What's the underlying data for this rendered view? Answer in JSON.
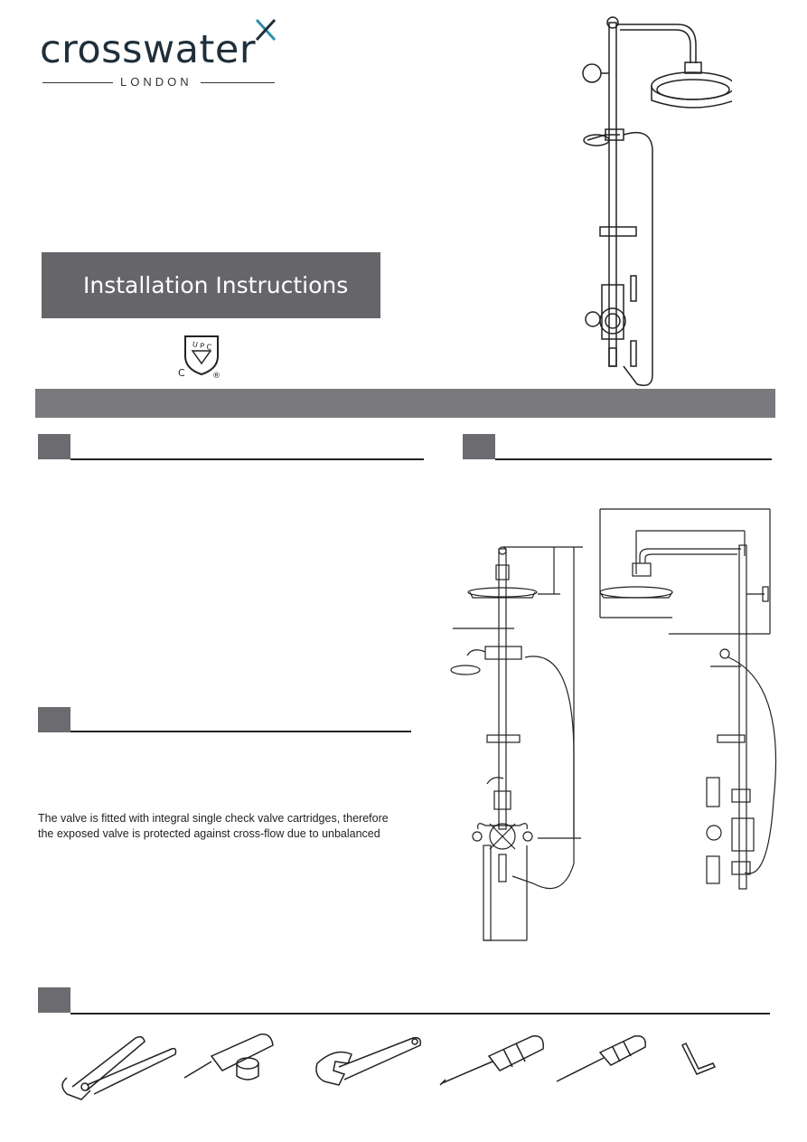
{
  "brand": {
    "name": "crosswater",
    "location": "LONDON"
  },
  "banner": {
    "title": "Installation Instructions"
  },
  "certification": {
    "mark_text": "UPC",
    "left_letter": "C",
    "right_mark": "®"
  },
  "notes": {
    "line1": "The valve is fitted with integral single check valve cartridges, therefore",
    "line2": "the exposed valve is protected against cross-flow due to unbalanced"
  },
  "tools": [
    "pipe-wrench-icon",
    "sealant-tube-icon",
    "adjustable-wrench-icon",
    "flat-screwdriver-icon",
    "phillips-screwdriver-icon",
    "hex-key-icon"
  ],
  "colors": {
    "banner": "#66666a",
    "band": "#7a7a7e",
    "section_marker": "#6b6b70"
  }
}
